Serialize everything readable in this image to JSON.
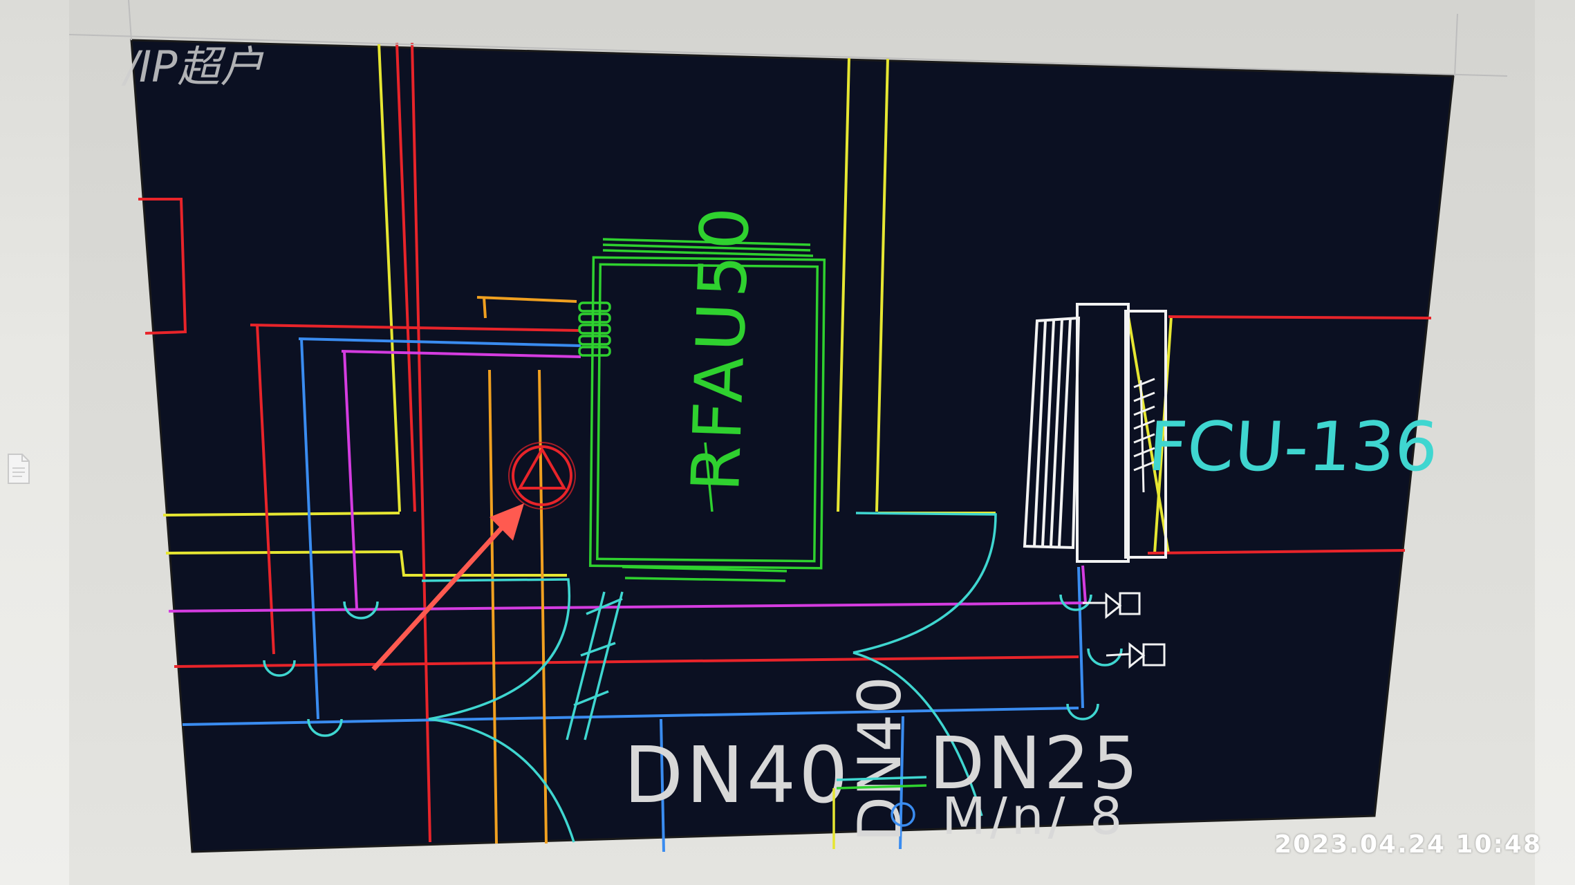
{
  "drawing": {
    "label_top_left": "/IP超户",
    "equipment_label": "RFAU50",
    "fcu_label": "FCU-136",
    "pipe_label_1": "DN40",
    "pipe_label_2": "DN25",
    "pipe_label_3": "DN40",
    "partial_label": "M/n/ 8"
  },
  "photo": {
    "timestamp": "2023.04.24  10:48"
  },
  "colors": {
    "cad_background": "#0b1022",
    "green": "#2fd12f",
    "cyan": "#3fd6d0",
    "red": "#e8242a",
    "yellow": "#e6e632",
    "blue": "#3a8cf0",
    "magenta": "#d43ce0",
    "orange": "#f0a020",
    "white": "#f2f2f2",
    "arrow": "#ff5a50"
  },
  "icons": [
    "pump-icon",
    "document-icon",
    "arrow-annotation-icon",
    "valve-icon"
  ]
}
